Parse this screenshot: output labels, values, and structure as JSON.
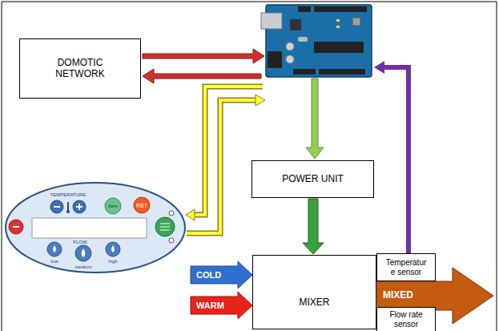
{
  "diagram": {
    "nodes": [
      {
        "text": [
          "DOMOTIC NETWORK"
        ]
      },
      {
        "text": [
          "TEMPERATURE",
          "-liters-",
          "RST",
          "FLOW",
          "low",
          "medium",
          "high"
        ]
      },
      {
        "text": [
          "POWER UNIT"
        ]
      },
      {
        "text": [
          "COLD"
        ]
      },
      {
        "text": [
          "WARM"
        ]
      },
      {
        "text": [
          "MIXER"
        ]
      },
      {
        "text": [
          "MIXED"
        ]
      },
      {
        "text": [
          "Temperatur e sensor"
        ]
      },
      {
        "text": [
          "Flow rate sensor"
        ]
      }
    ],
    "edges": [
      {
        "from": 2,
        "to": 5,
        "arrow": "to"
      }
    ]
  }
}
